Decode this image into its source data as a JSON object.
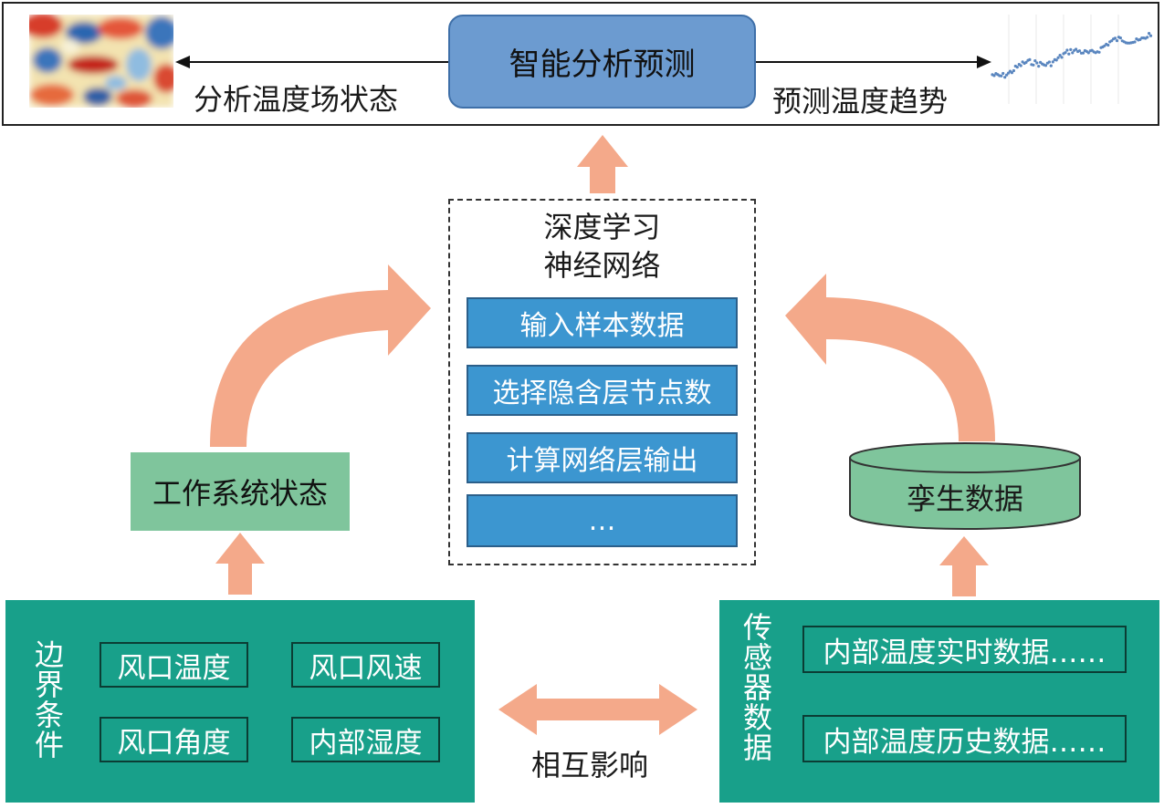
{
  "top": {
    "center_label": "智能分析预测",
    "left_label": "分析温度场状态",
    "right_label": "预测温度趋势"
  },
  "network": {
    "title_line1": "深度学习",
    "title_line2": "神经网络",
    "steps": [
      "输入样本数据",
      "选择隐含层节点数",
      "计算网络层输出",
      "…"
    ]
  },
  "work_state": "工作系统状态",
  "twin_data": "孪生数据",
  "boundary": {
    "title": [
      "边",
      "界",
      "条",
      "件"
    ],
    "items": [
      "风口温度",
      "风口风速",
      "风口角度",
      "内部湿度"
    ]
  },
  "sensor": {
    "title": [
      "传",
      "感",
      "器",
      "数",
      "据"
    ],
    "items": [
      "内部温度实时数据……",
      "内部温度历史数据……"
    ]
  },
  "interaction_label": "相互影响",
  "colors": {
    "arrow_orange": "#f4a98a",
    "panel_teal": "#18a08a",
    "step_blue": "#3c96d0",
    "predict_blue": "#6c9bd0",
    "state_green": "#7fc59c"
  }
}
